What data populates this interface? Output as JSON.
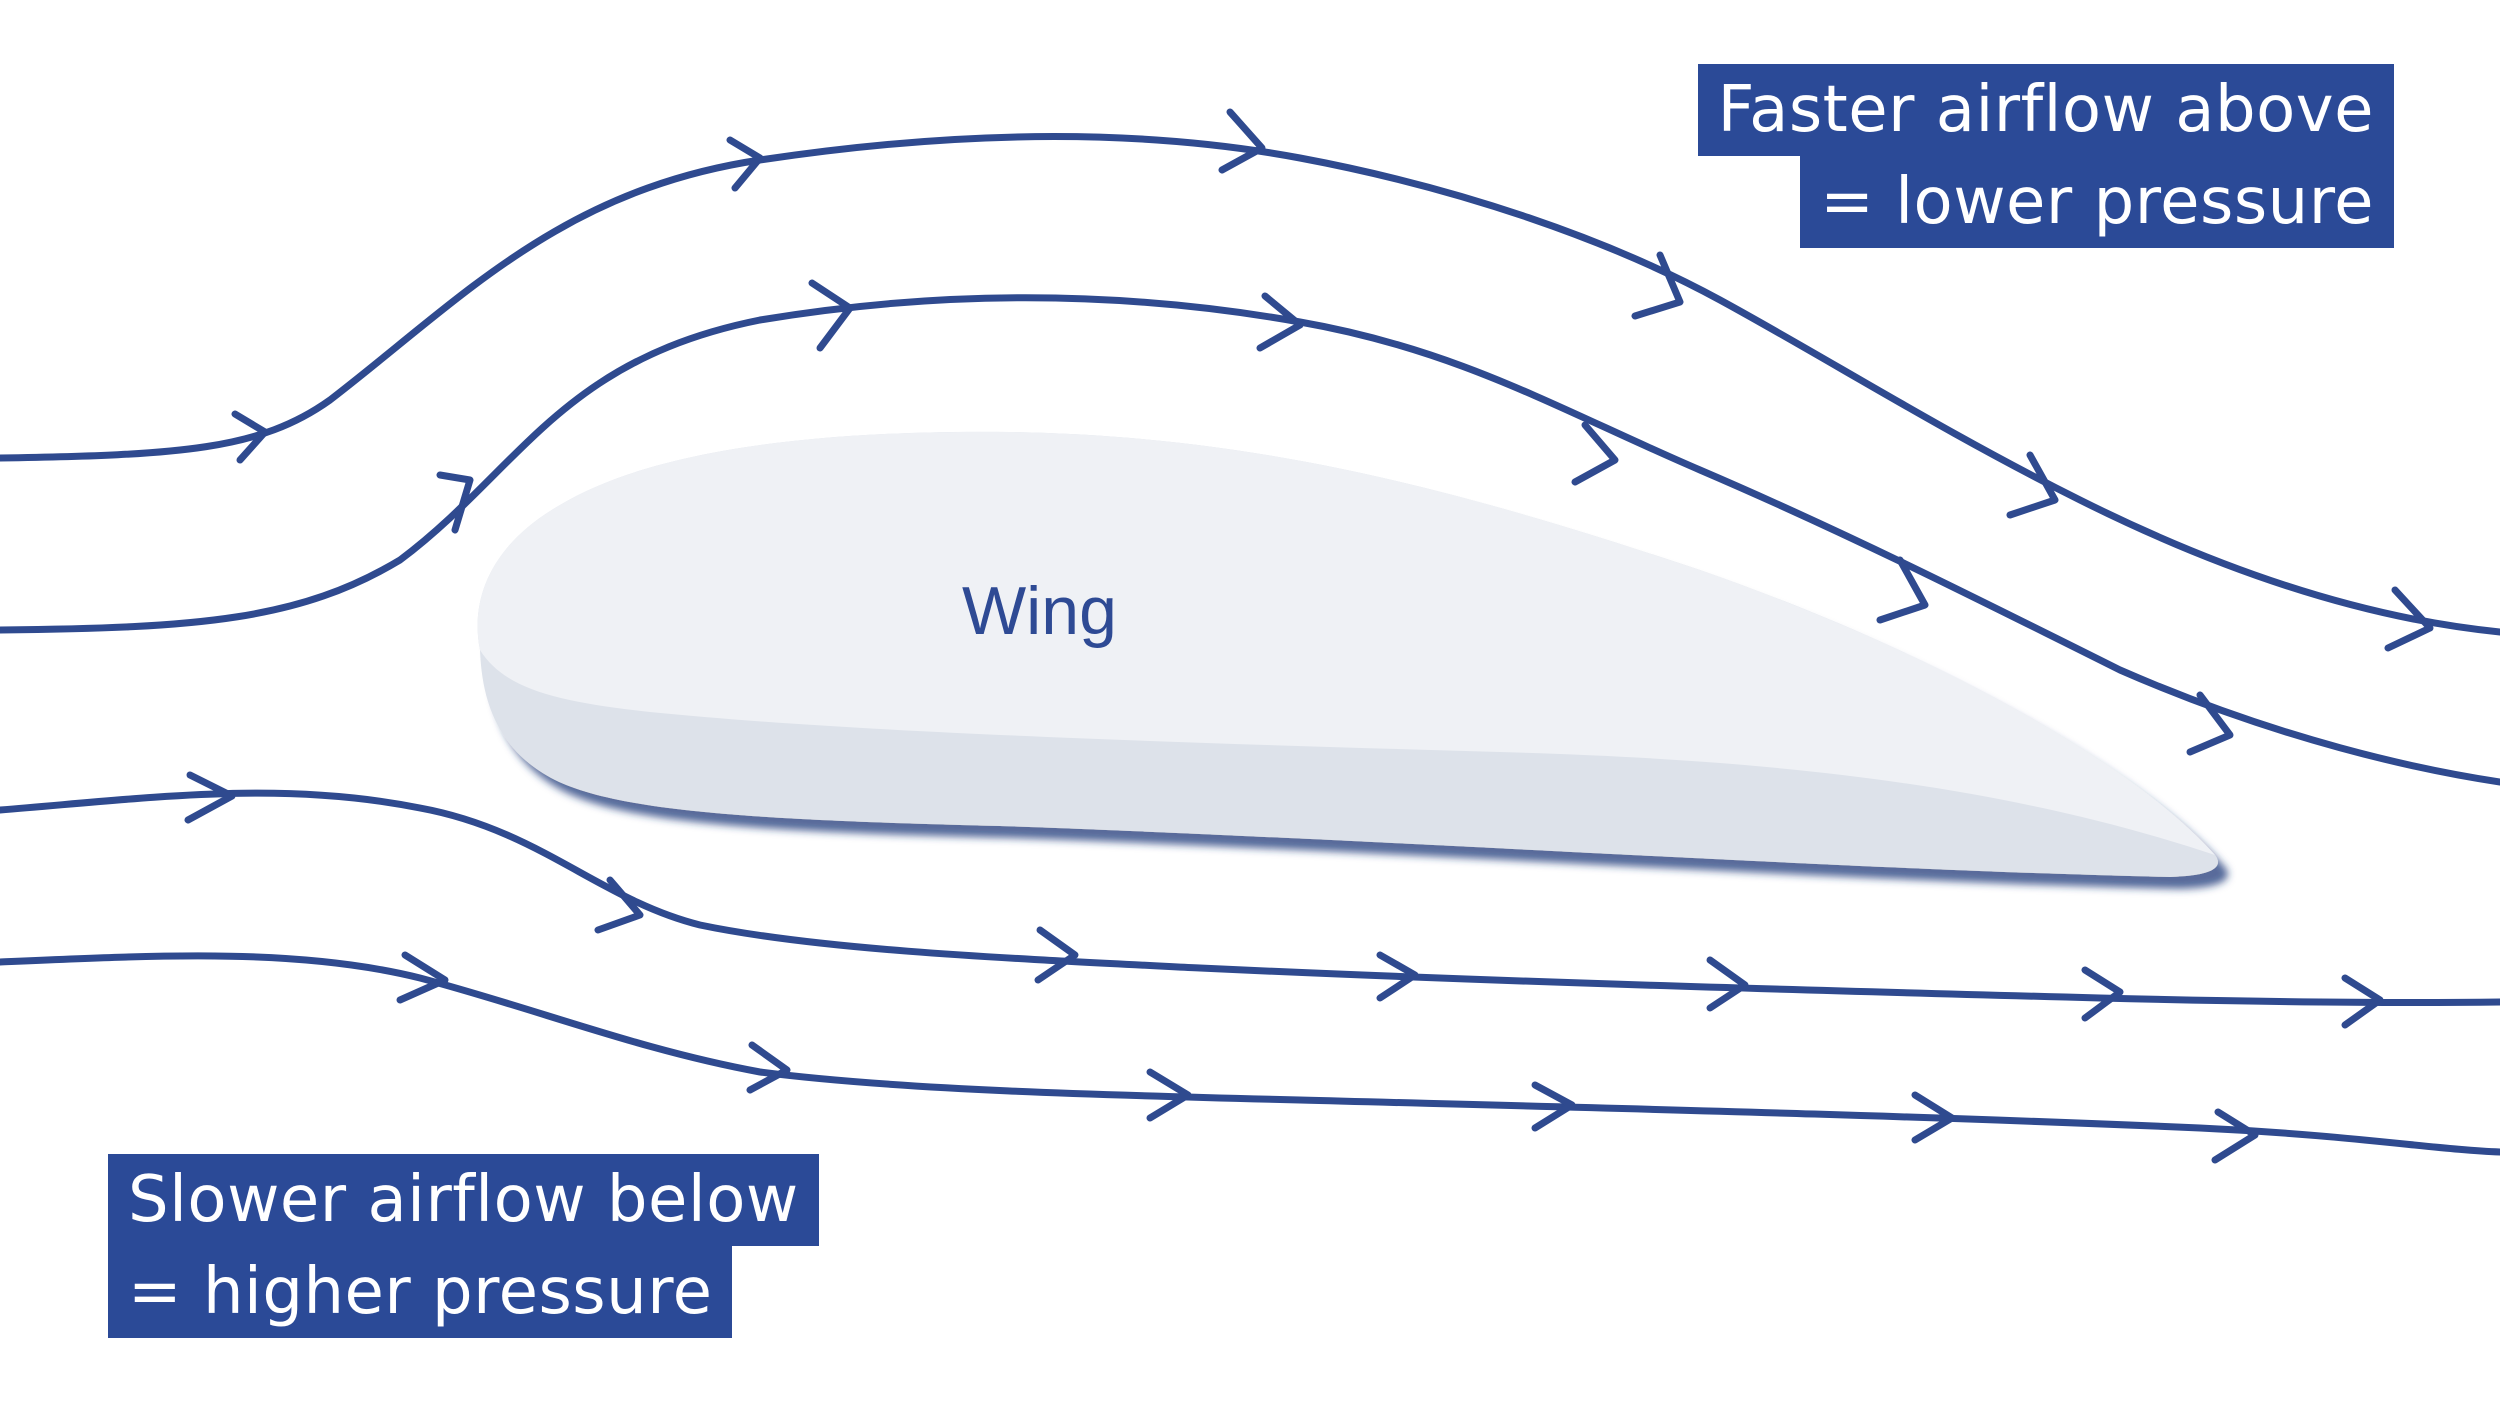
{
  "diagram": {
    "wing_label": "Wing",
    "callouts": {
      "top": {
        "line1": "Faster airflow above",
        "line2": "= lower pressure"
      },
      "bottom": {
        "line1": "Slower airflow below",
        "line2": "= higher pressure"
      }
    },
    "colors": {
      "streamline": "#2f4a8f",
      "callout_background": "#2b4a97",
      "callout_text": "#ffffff",
      "wing_top": "#eff1f5",
      "wing_bottom": "#dde2ea",
      "wing_label": "#2e4a94"
    }
  }
}
